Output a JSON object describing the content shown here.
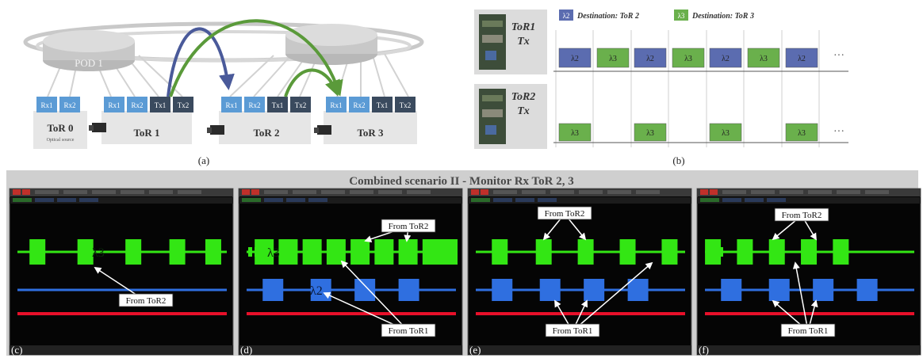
{
  "panel_a": {
    "caption": "(a)",
    "pod_label": "POD 1",
    "tors": [
      {
        "name": "ToR 0",
        "sub": "Optical source",
        "ports": [
          "Rx1",
          "Rx2"
        ]
      },
      {
        "name": "ToR 1",
        "ports": [
          "Rx1",
          "Rx2",
          "Tx1",
          "Tx2"
        ]
      },
      {
        "name": "ToR 2",
        "ports": [
          "Rx1",
          "Rx2",
          "Tx1",
          "Tx2"
        ]
      },
      {
        "name": "ToR 3",
        "ports": [
          "Rx1",
          "Rx2",
          "Tx1",
          "Tx2"
        ]
      }
    ],
    "colors": {
      "rx": "#5b9bd5",
      "tx": "#3a4a5e",
      "arrow_blue": "#4a5a9a",
      "arrow_green": "#5a9a3a"
    }
  },
  "panel_b": {
    "caption": "(b)",
    "tor1_title": "ToR1",
    "tor1_sub": "Tx",
    "tor2_title": "ToR2",
    "tor2_sub": "Tx",
    "legend": [
      {
        "badge": "λ2",
        "label": "Destination: ToR 2",
        "color": "#5b6cb0"
      },
      {
        "badge": "λ3",
        "label": "Destination: ToR 3",
        "color": "#6ab04c"
      }
    ],
    "ellipsis": "···",
    "row1_labels": [
      "λ2",
      "λ3",
      "λ2",
      "λ3",
      "λ2",
      "λ3",
      "λ2"
    ],
    "row2_labels": [
      "λ3",
      "λ3",
      "λ3",
      "λ3"
    ]
  },
  "banner": "Combined scenario II  - Monitor Rx  ToR 2, 3",
  "scopes": [
    {
      "caption": "(c)",
      "callouts": [
        "From ToR2"
      ],
      "lambda_green": "λ3",
      "lambda_blue": ""
    },
    {
      "caption": "(d)",
      "callouts": [
        "From ToR2",
        "From ToR1"
      ],
      "lambda_green": "λ3",
      "lambda_blue": "λ2"
    },
    {
      "caption": "(e)",
      "callouts": [
        "From ToR2",
        "From ToR1"
      ],
      "lambda_green": "",
      "lambda_blue": ""
    },
    {
      "caption": "(f)",
      "callouts": [
        "From ToR2",
        "From ToR1"
      ],
      "lambda_green": "",
      "lambda_blue": ""
    }
  ],
  "trace_colors": {
    "green": "#33e614",
    "blue": "#2f6fe0",
    "red": "#e8102a"
  }
}
